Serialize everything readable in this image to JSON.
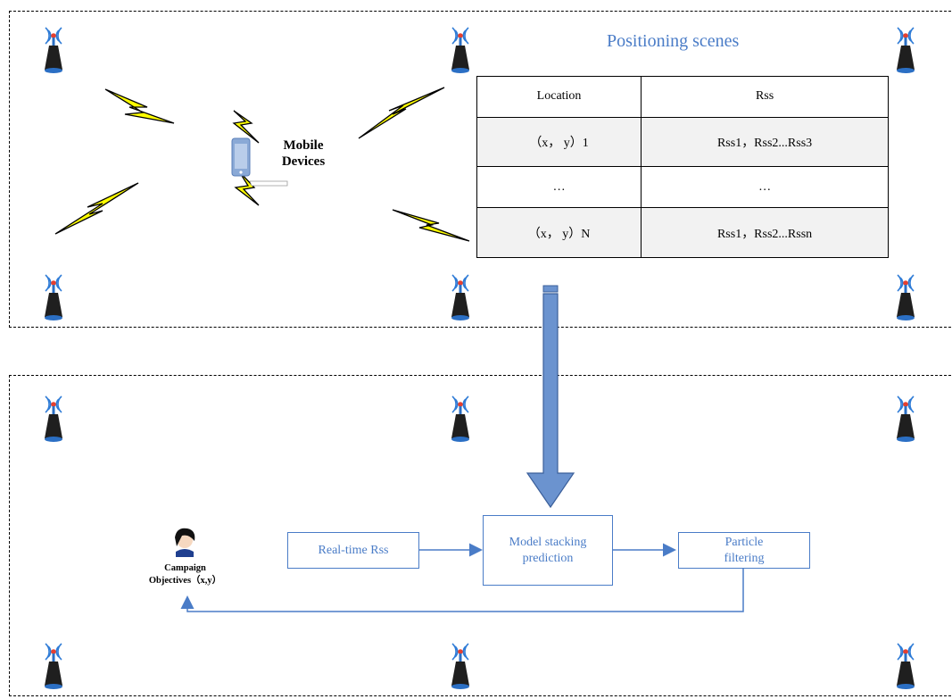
{
  "scene_title": "Positioning scenes",
  "mobile_label": [
    "Mobile",
    "Devices"
  ],
  "fingerprint_table": {
    "headers": [
      "Location",
      "Rss"
    ],
    "rows": [
      [
        "（x， y）1",
        "Rss1，Rss2...Rss3"
      ],
      [
        "…",
        "…"
      ],
      [
        "（x， y）N",
        "Rss1，Rss2...Rssn"
      ]
    ]
  },
  "pipeline": {
    "realtime": "Real-time Rss",
    "stacking": [
      "Model stacking",
      "prediction"
    ],
    "particle": [
      "Particle",
      "filtering"
    ]
  },
  "target_label": [
    "Campaign",
    "Objectives（x,y）"
  ],
  "colors": {
    "accent": "#4a7cc7",
    "arrow_fill": "#6b93cf",
    "lightning": "#ffff00"
  },
  "icons": {
    "beacon": "antenna-tower-icon",
    "phone": "smartphone-icon",
    "person": "person-icon",
    "signal": "lightning-signal-icon"
  }
}
